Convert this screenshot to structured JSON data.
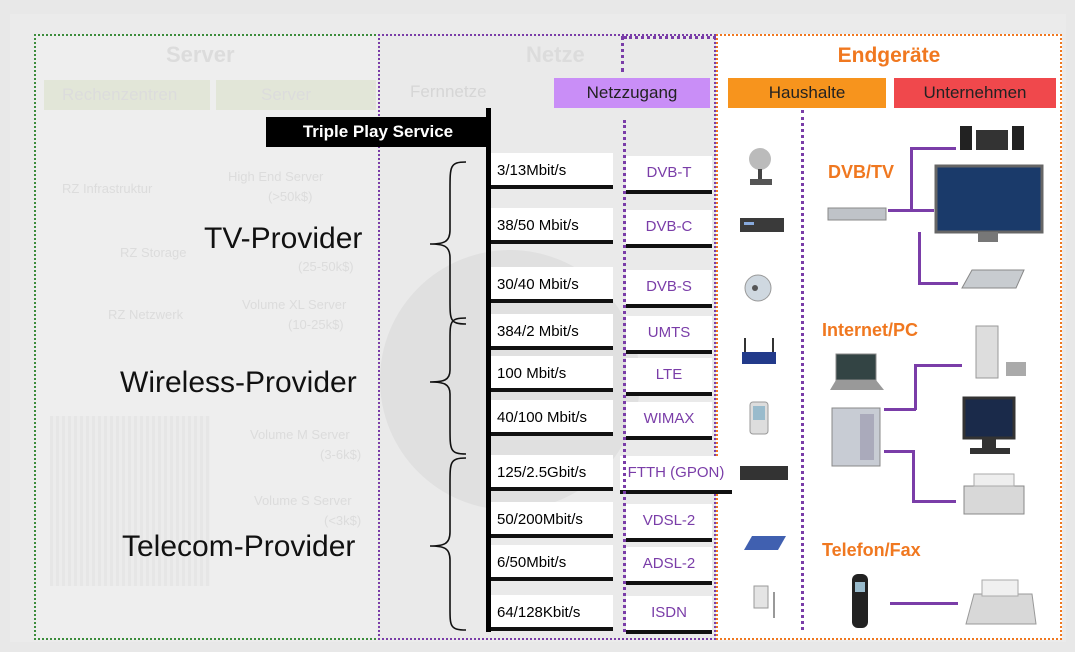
{
  "server": {
    "title": "Server",
    "sub1": "Rechenzentren",
    "sub2": "Server",
    "rows": [
      {
        "left": "RZ Infrastruktur",
        "right1": "High End Server",
        "right2": "(>50k$)"
      },
      {
        "left": "RZ Storage",
        "right1": "",
        "right2": "(25-50k$)"
      },
      {
        "left": "RZ Netzwerk",
        "right1": "Volume XL Server",
        "right2": "(10-25k$)"
      },
      {
        "left": "",
        "right1": "Volume M Server",
        "right2": "(3-6k$)"
      },
      {
        "left": "",
        "right1": "Volume S Server",
        "right2": "(<3k$)"
      }
    ]
  },
  "netze": {
    "title": "Netze",
    "fernnetze": "Fernnetze",
    "netzzugang": "Netzzugang"
  },
  "endgeraete": {
    "title": "Endgeräte",
    "haushalte": "Haushalte",
    "unternehmen": "Unternehmen"
  },
  "triple_play": "Triple Play Service",
  "providers": [
    "TV-Provider",
    "Wireless-Provider",
    "Telecom-Provider"
  ],
  "access": [
    {
      "rate": "3/13Mbit/s",
      "tech": "DVB-T"
    },
    {
      "rate": "38/50 Mbit/s",
      "tech": "DVB-C"
    },
    {
      "rate": "30/40 Mbit/s",
      "tech": "DVB-S"
    },
    {
      "rate": "384/2 Mbit/s",
      "tech": "UMTS"
    },
    {
      "rate": "100 Mbit/s",
      "tech": "LTE"
    },
    {
      "rate": "40/100 Mbit/s",
      "tech": "WIMAX"
    },
    {
      "rate": "125/2.5Gbit/s",
      "tech": "FTTH (GPON)"
    },
    {
      "rate": "50/200Mbit/s",
      "tech": "VDSL-2"
    },
    {
      "rate": "6/50Mbit/s",
      "tech": "ADSL-2"
    },
    {
      "rate": "64/128Kbit/s",
      "tech": "ISDN"
    }
  ],
  "categories": {
    "dvb_tv": "DVB/TV",
    "internet_pc": "Internet/PC",
    "telefon_fax": "Telefon/Fax"
  },
  "colors": {
    "server_border": "#3c8c3c",
    "netze_border": "#7a3da8",
    "end_border": "#f07820",
    "netzzugang_bg": "#c98ef7",
    "haushalte_bg": "#f7941d",
    "unternehmen_bg": "#f0484c"
  }
}
